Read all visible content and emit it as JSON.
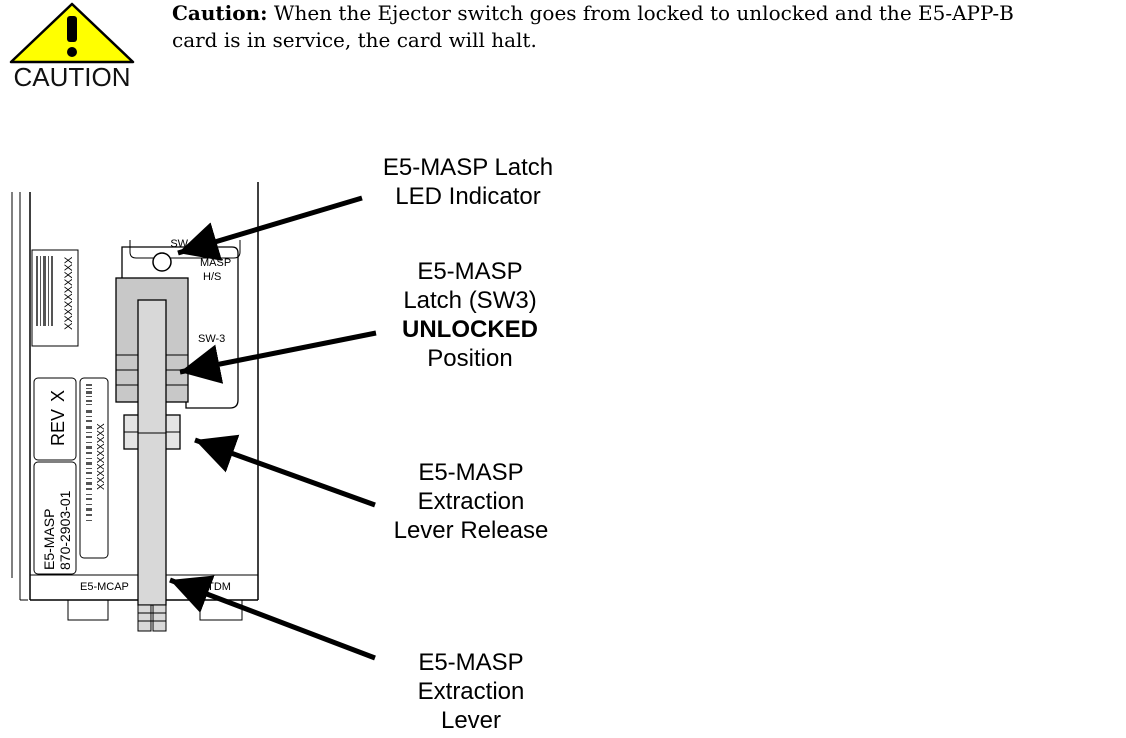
{
  "caution": {
    "icon_name": "caution-warning-triangle-icon",
    "icon_colors": {
      "fill": "#FFFF00",
      "stroke": "#000000"
    },
    "word": "CAUTION",
    "lead": "Caution:",
    "text_line1": " When the Ejector switch goes from locked to unlocked and the E5-APP-B",
    "text_line2": "card is in service, the card will halt."
  },
  "card": {
    "sw2": "SW-2",
    "masp": "MASP",
    "hs": "H/S",
    "sw3": "SW-3",
    "barcode1_text": "XXXXXXXXXX",
    "rev": "REV",
    "rev_x": "X",
    "barcode2_text": "XXXXXXXXXX",
    "part_name": "E5-MASP",
    "part_number": "870-2903-01",
    "mcap": "E5-MCAP",
    "tdm": "E5-TDM"
  },
  "callouts": {
    "led": {
      "line1": "E5-MASP Latch",
      "line2": "LED Indicator"
    },
    "latch": {
      "line1": "E5-MASP",
      "line2": "Latch (SW3)",
      "line3": "UNLOCKED",
      "line4": "Position"
    },
    "release": {
      "line1": "E5-MASP",
      "line2": "Extraction",
      "line3": "Lever Release"
    },
    "lever": {
      "line1": "E5-MASP",
      "line2": "Extraction",
      "line3": "Lever"
    }
  }
}
